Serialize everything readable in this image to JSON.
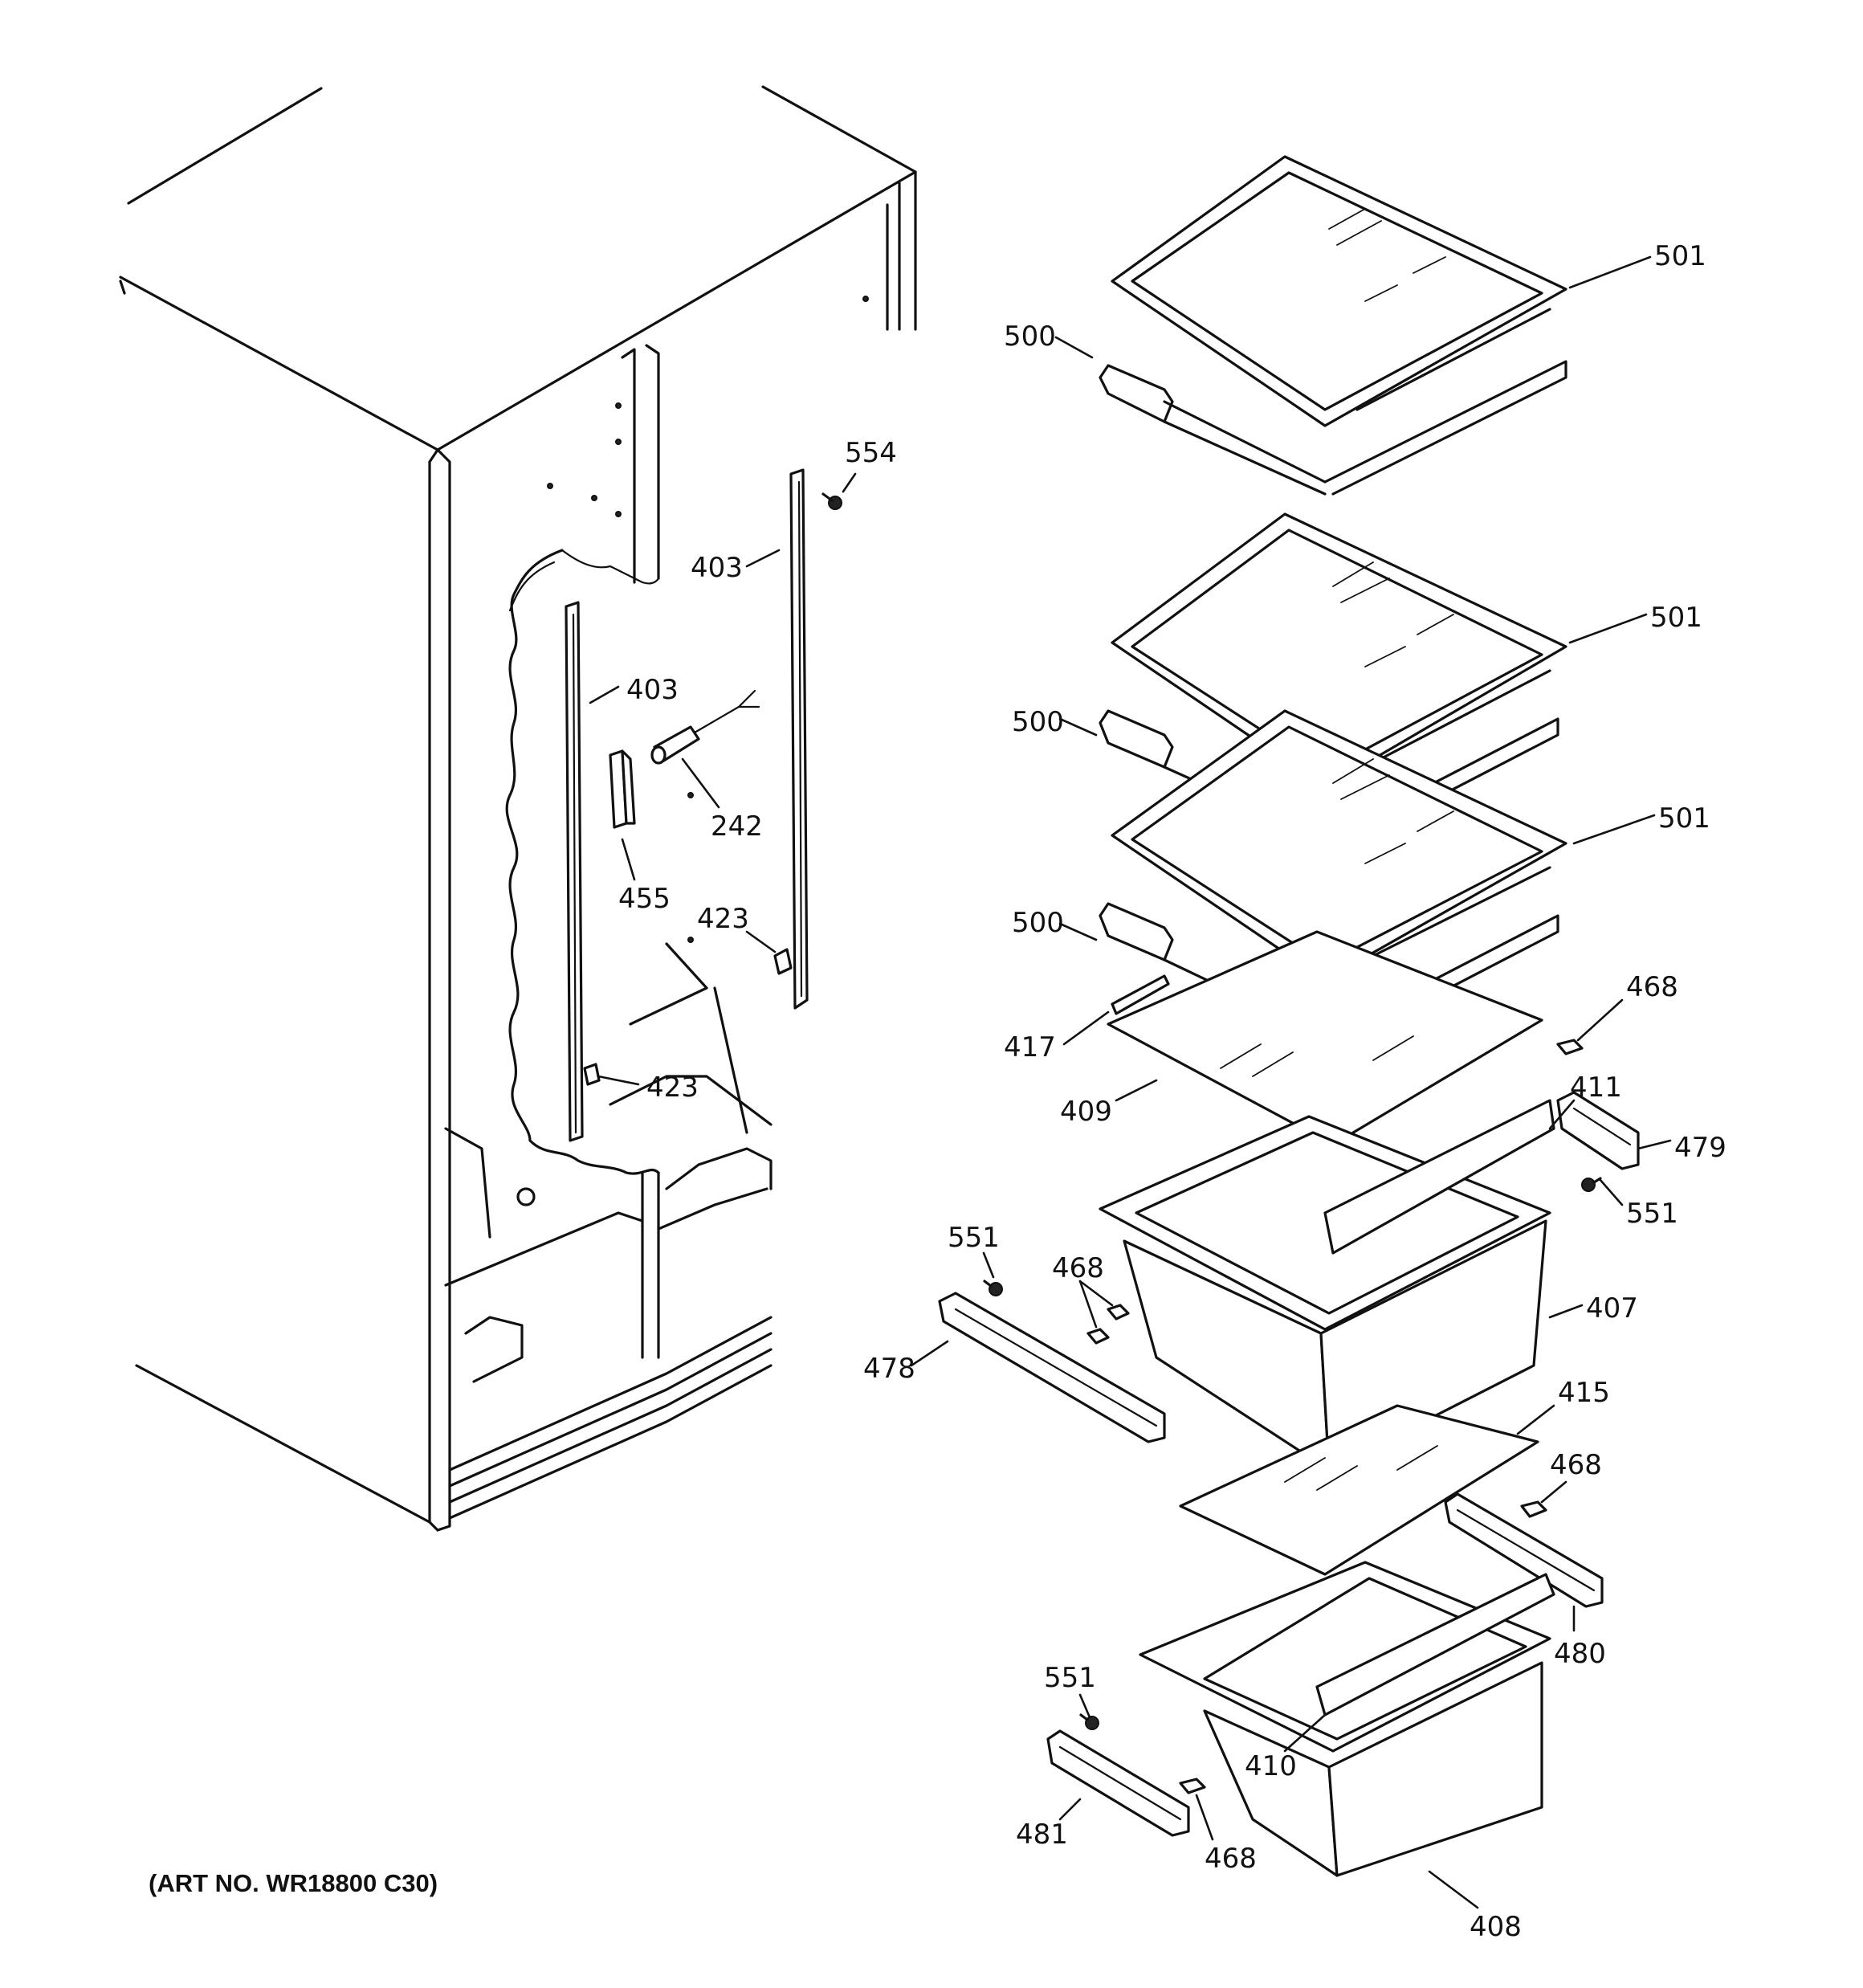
{
  "art_number": "(ART NO. WR18800 C30)",
  "callouts": [
    {
      "id": "c-501-a",
      "text": "501"
    },
    {
      "id": "c-500-a",
      "text": "500"
    },
    {
      "id": "c-554",
      "text": "554"
    },
    {
      "id": "c-403-a",
      "text": "403"
    },
    {
      "id": "c-403-b",
      "text": "403"
    },
    {
      "id": "c-501-b",
      "text": "501"
    },
    {
      "id": "c-500-b",
      "text": "500"
    },
    {
      "id": "c-242",
      "text": "242"
    },
    {
      "id": "c-501-c",
      "text": "501"
    },
    {
      "id": "c-455",
      "text": "455"
    },
    {
      "id": "c-423-a",
      "text": "423"
    },
    {
      "id": "c-500-c",
      "text": "500"
    },
    {
      "id": "c-468-a",
      "text": "468"
    },
    {
      "id": "c-417",
      "text": "417"
    },
    {
      "id": "c-423-b",
      "text": "423"
    },
    {
      "id": "c-411",
      "text": "411"
    },
    {
      "id": "c-409",
      "text": "409"
    },
    {
      "id": "c-479",
      "text": "479"
    },
    {
      "id": "c-551-a",
      "text": "551"
    },
    {
      "id": "c-551-b",
      "text": "551"
    },
    {
      "id": "c-468-b",
      "text": "468"
    },
    {
      "id": "c-407",
      "text": "407"
    },
    {
      "id": "c-478",
      "text": "478"
    },
    {
      "id": "c-415",
      "text": "415"
    },
    {
      "id": "c-468-c",
      "text": "468"
    },
    {
      "id": "c-480",
      "text": "480"
    },
    {
      "id": "c-551-c",
      "text": "551"
    },
    {
      "id": "c-410",
      "text": "410"
    },
    {
      "id": "c-481",
      "text": "481"
    },
    {
      "id": "c-468-d",
      "text": "468"
    },
    {
      "id": "c-408",
      "text": "408"
    }
  ]
}
